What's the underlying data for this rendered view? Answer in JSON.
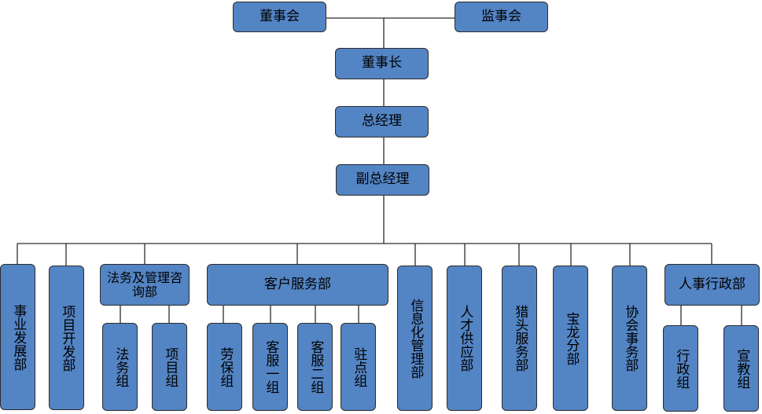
{
  "nodes": {
    "board": "董事会",
    "supervisory": "监事会",
    "chairman": "董事长",
    "gm": "总经理",
    "vgm": "副总经理",
    "business_dev": "事业发展部",
    "project_dev": "项目开发部",
    "legal_dept": "法务及管理咨询部",
    "legal_group": "法务组",
    "project_group": "项目组",
    "customer_dept": "客户服务部",
    "labor_group": "劳保组",
    "cs_group1": "客服一组",
    "cs_group2": "客服二组",
    "onsite_group": "驻点组",
    "it_dept": "信息化管理部",
    "talent_dept": "人才供应部",
    "headhunt_dept": "猎头服务部",
    "baolong_branch": "宝龙分部",
    "assoc_dept": "协会事务部",
    "hr_dept": "人事行政部",
    "admin_group": "行政组",
    "edu_group": "宣教组"
  },
  "colors": {
    "box_fill": "#5384c4",
    "box_border": "#2c2c2c",
    "line": "#2c2c2c"
  }
}
